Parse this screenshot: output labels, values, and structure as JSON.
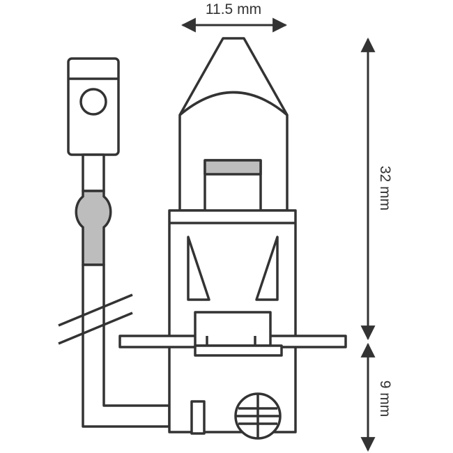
{
  "dimensions": {
    "width_label": "11.5 mm",
    "height_label": "32 mm",
    "base_label": "9 mm"
  },
  "colors": {
    "stroke": "#333333",
    "fill": "#ffffff",
    "accent": "#bdbdbd"
  }
}
